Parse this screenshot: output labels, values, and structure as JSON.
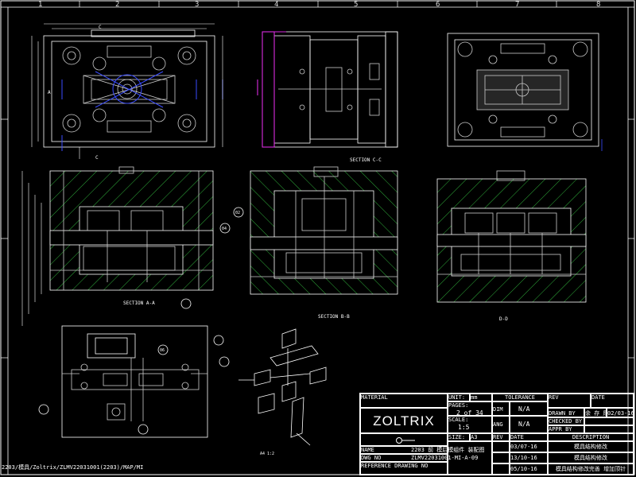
{
  "frame": {
    "columns": [
      "1",
      "2",
      "3",
      "4",
      "5",
      "6",
      "7",
      "8"
    ]
  },
  "labels": {
    "section_cc": "SECTION C-C",
    "section_aa": "SECTION A-A",
    "section_bb": "SECTION B-B",
    "section_dd": "D-D",
    "scale_note": "A4 1:2",
    "bubble_1": "02",
    "bubble_2": "04",
    "bubble_3": "06"
  },
  "title_block": {
    "company_label": "MATERIAL",
    "logo": "ZOLTRIX",
    "unit_label": "UNIT:",
    "unit_value": "mm",
    "tolerance_label": "TOLERANCE",
    "pages_label": "PAGES:",
    "pages_value": "2 of 34",
    "scale_label": "SCALE:",
    "scale_value": "1:5",
    "size_label": "SIZE:",
    "size_value": "A3",
    "dim_label": "DIM",
    "dim_value": "N/A",
    "ang_label": "ANG",
    "ang_value": "N/A",
    "rev_label": "REV",
    "date_label": "DATE",
    "drawn_by_label": "DRAWN BY",
    "drawn_by_value": "余 存 厚",
    "drawn_date": "02/03-16",
    "checked_by_label": "CHECKED BY",
    "approved_by_label": "APPR BY",
    "name_label": "NAME",
    "name_value": "2203 前 模后模组件 装配图",
    "dwg_no_label": "DWG NO",
    "dwg_no_value": "ZLMV22031001-MI-A-09",
    "reference_label": "REFERENCE DRAWING NO",
    "rev_date_1": "03/07-16",
    "rev_date_2": "13/10-16",
    "rev_date_3": "05/10-16",
    "description_label": "DESCRIPTION",
    "rev_label_top": "REV",
    "date_label_top": "DATE",
    "desc_line_1": "模具结构修改",
    "desc_line_2": "模具结构修改",
    "desc_line_3": "模具结构修改完善 增加顶针"
  },
  "file_path": "2203/模具/Zoltrix/ZLMV22031001(2203)/MAP/MI"
}
